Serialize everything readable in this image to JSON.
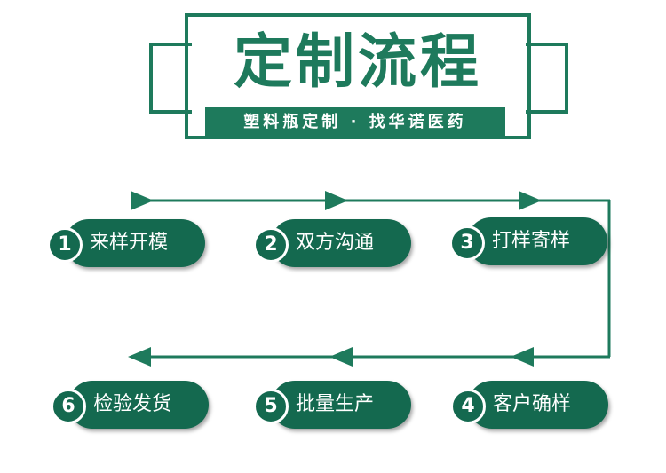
{
  "title": "定制流程",
  "subtitle": "塑料瓶定制 · 找华诺医药",
  "colors": {
    "primary": "#1e7a5c",
    "pill": "#14694f",
    "text_on_primary": "#ffffff"
  },
  "steps": [
    {
      "number": "1",
      "label": "来样开模"
    },
    {
      "number": "2",
      "label": "双方沟通"
    },
    {
      "number": "3",
      "label": "打样寄样"
    },
    {
      "number": "4",
      "label": "客户确样"
    },
    {
      "number": "5",
      "label": "批量生产"
    },
    {
      "number": "6",
      "label": "检验发货"
    }
  ]
}
